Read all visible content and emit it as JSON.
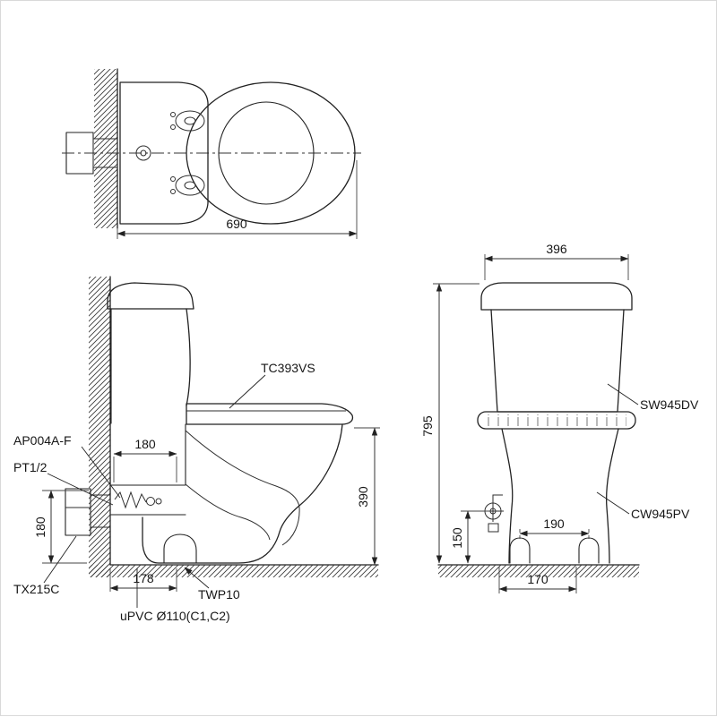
{
  "colors": {
    "ink": "#1f1f1f",
    "line": "#222222"
  },
  "top_view": {
    "dim_width": "690"
  },
  "side_view": {
    "seat_label": "TC393VS",
    "fill_valve_label": "AP004A-F",
    "inlet_label": "PT1/2",
    "stop_valve_label": "TX215C",
    "trap_label": "TWP10",
    "pipe_label": "uPVC Ø110(C1,C2)",
    "dim_inlet_width": "180",
    "dim_inlet_height": "180",
    "dim_outlet_offset": "178",
    "dim_rim_height": "390"
  },
  "front_view": {
    "tank_label": "SW945DV",
    "bowl_label": "CW945PV",
    "dim_width": "396",
    "dim_total_height": "795",
    "dim_valve_height": "150",
    "dim_bolt_spacing": "190",
    "dim_base_width": "170"
  }
}
